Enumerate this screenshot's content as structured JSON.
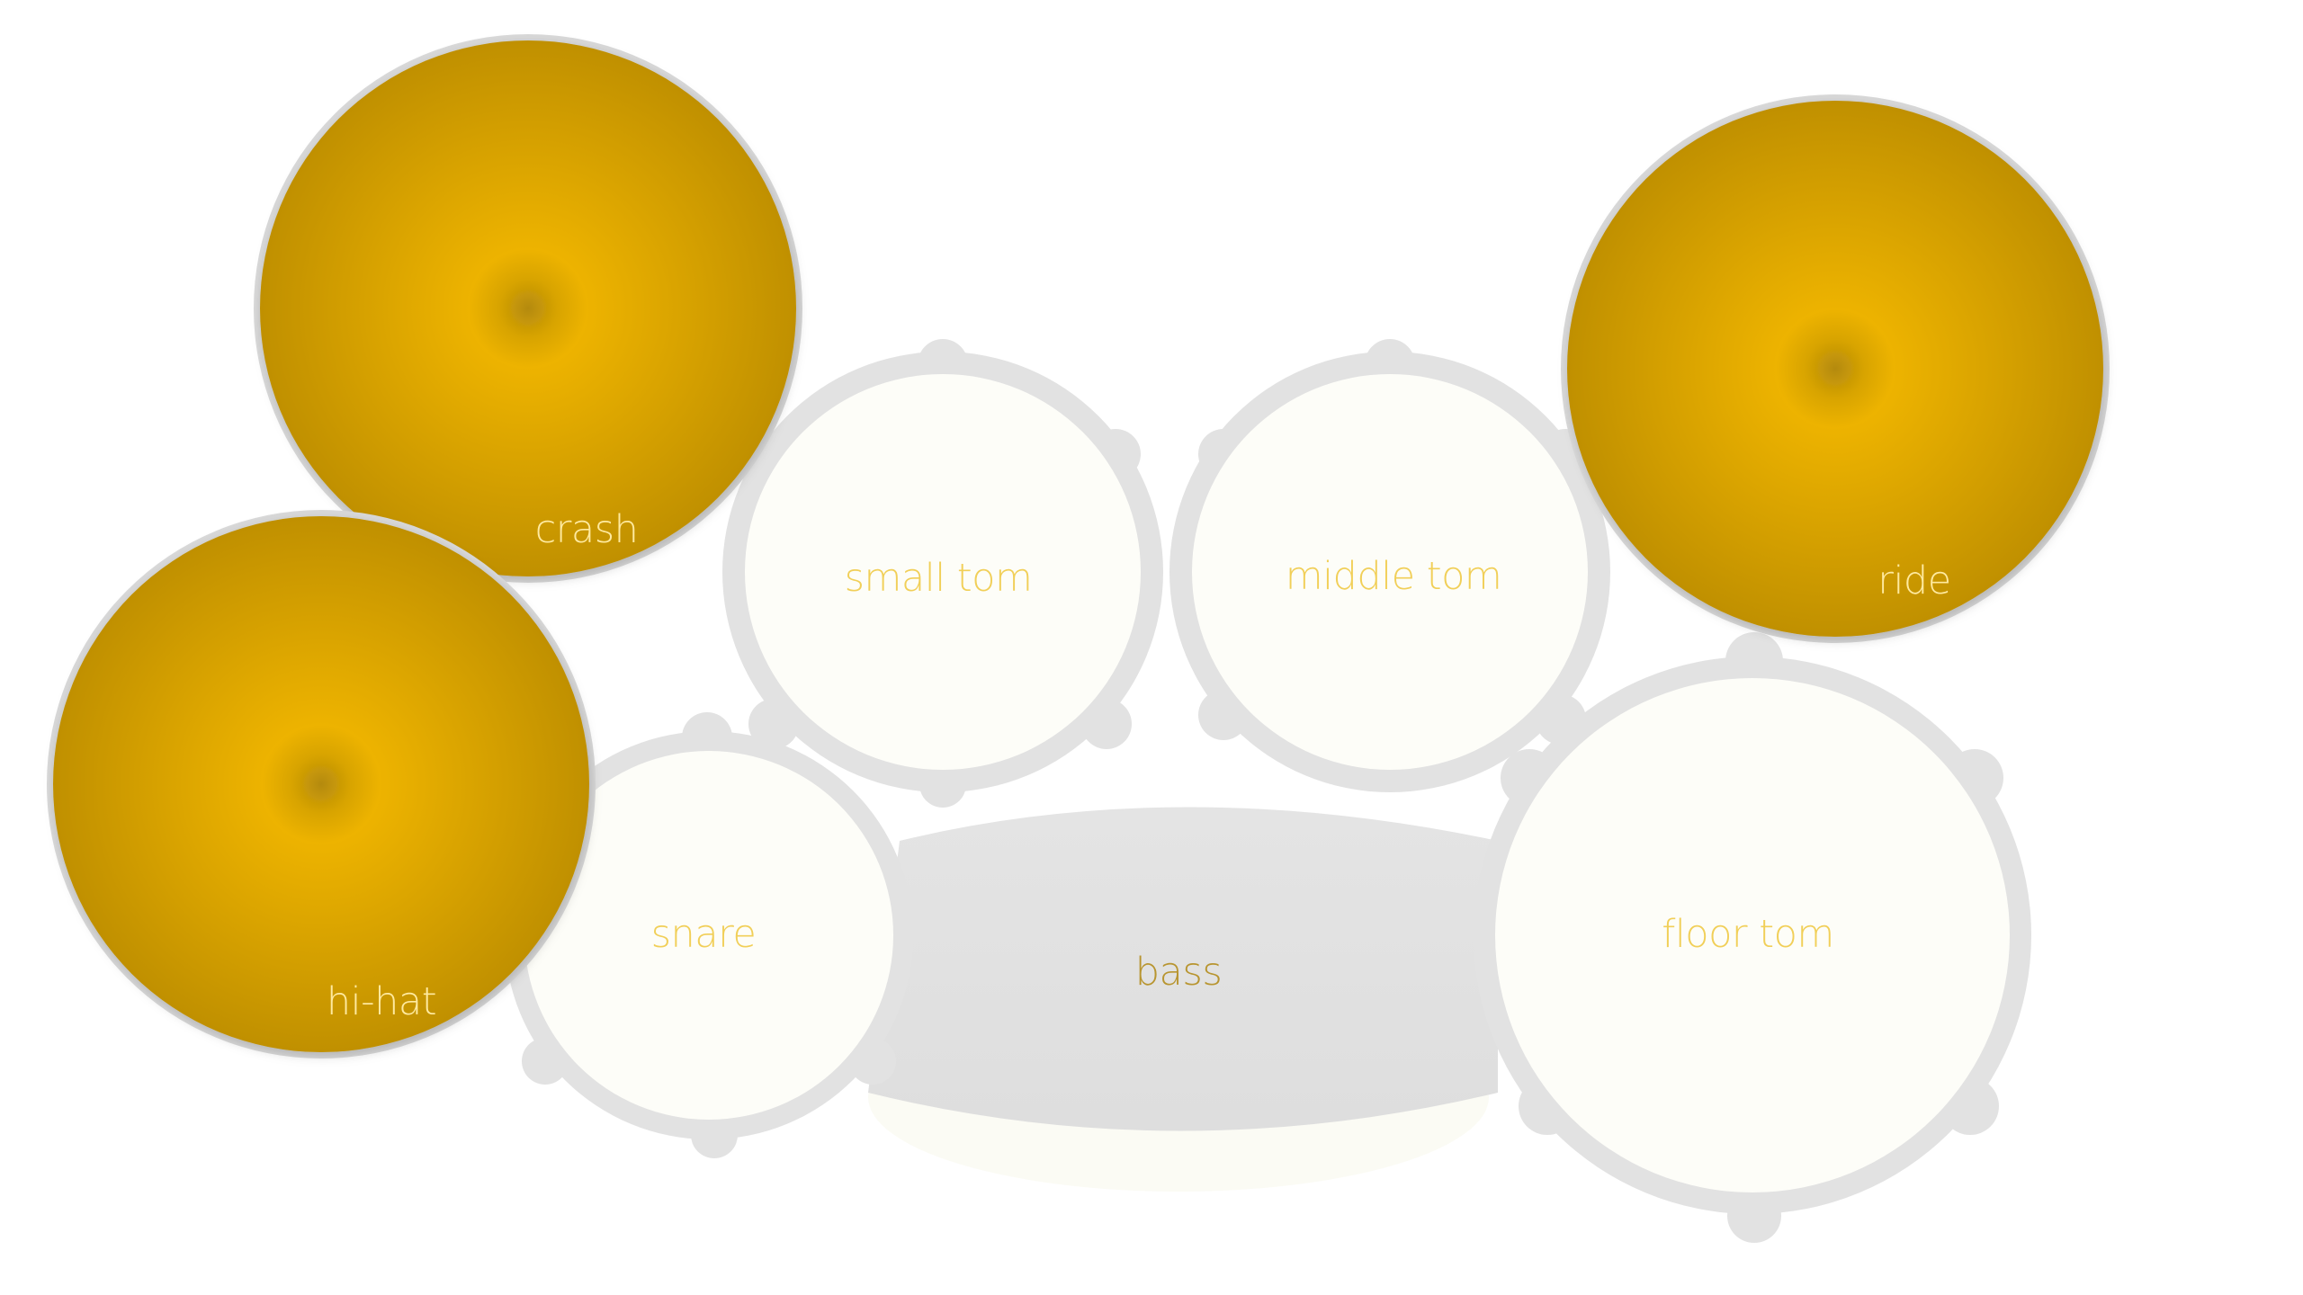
{
  "drums": {
    "crash": {
      "label": "crash"
    },
    "hihat": {
      "label": "hi-hat"
    },
    "ride": {
      "label": "ride"
    },
    "small_tom": {
      "label": "small tom"
    },
    "middle_tom": {
      "label": "middle tom"
    },
    "snare": {
      "label": "snare"
    },
    "bass": {
      "label": "bass"
    },
    "floor_tom": {
      "label": "floor tom"
    }
  },
  "colors": {
    "cymbal_center": "#edb300",
    "cymbal_edge": "#c09000",
    "cymbal_bell": "#b48a0a",
    "drum_head": "#fdfdf8",
    "drum_rim": "#e2e2e2",
    "cymbal_label": "#ffeaa0",
    "drum_label": "#f1cf58",
    "bass_label": "#b89530"
  }
}
